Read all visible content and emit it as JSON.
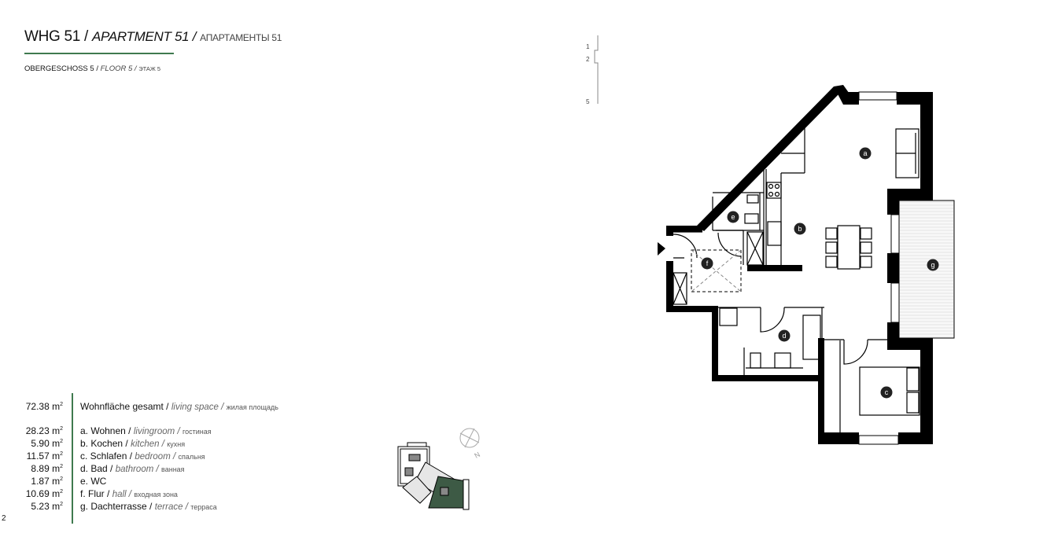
{
  "header": {
    "title_de": "WHG 51 /",
    "title_en": "APARTMENT 51 /",
    "title_ru": "АПАРТАМЕНТЫ 51",
    "floor_de": "OBERGESCHOSS 5 /",
    "floor_en": "FLOOR 5 /",
    "floor_ru": "ЭТАЖ 5"
  },
  "floor_indicator": [
    "1",
    "2",
    "5"
  ],
  "total": {
    "area": "72.38 m",
    "de": "Wohnfläche gesamt /",
    "en": "living space /",
    "ru": "жилая площадь"
  },
  "rooms": [
    {
      "area": "28.23 m",
      "de": "a. Wohnen /",
      "en": "livingroom /",
      "ru": "гостиная",
      "key": "a"
    },
    {
      "area": "5.90 m",
      "de": "b. Kochen /",
      "en": "kitchen /",
      "ru": "кухня",
      "key": "b"
    },
    {
      "area": "11.57 m",
      "de": "c. Schlafen /",
      "en": "bedroom /",
      "ru": "спальня",
      "key": "c"
    },
    {
      "area": "8.89 m",
      "de": "d. Bad /",
      "en": "bathroom /",
      "ru": "ванная",
      "key": "d"
    },
    {
      "area": "1.87 m",
      "de": "e. WC",
      "en": "",
      "ru": "",
      "key": "e"
    },
    {
      "area": "10.69 m",
      "de": "f. Flur /",
      "en": "hall /",
      "ru": "входная зона",
      "key": "f"
    },
    {
      "area": "5.23 m",
      "de": "g. Dachterrasse /",
      "en": "terrace /",
      "ru": "терраса",
      "key": "g"
    }
  ],
  "unit_sup": "2",
  "compass_label": "N",
  "page_number": "2",
  "colors": {
    "accent": "#3f7a4f",
    "wall": "#000000",
    "highlight": "#3d5a45"
  }
}
